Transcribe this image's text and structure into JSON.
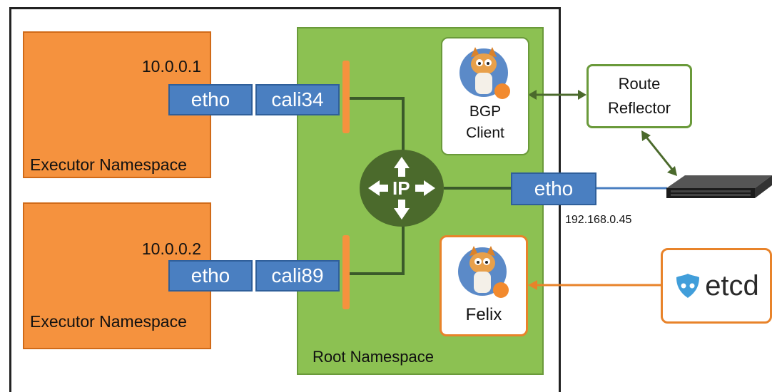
{
  "executors": [
    {
      "ip": "10.0.0.1",
      "label": "Executor Namespace",
      "iface": "etho",
      "veth": "cali34"
    },
    {
      "ip": "10.0.0.2",
      "label": "Executor Namespace",
      "iface": "etho",
      "veth": "cali89"
    }
  ],
  "root": {
    "label": "Root Namespace",
    "router_label": "IP",
    "bgp_client_line1": "BGP",
    "bgp_client_line2": "Client",
    "felix_label": "Felix",
    "host_iface": "etho",
    "host_ip": "192.168.0.45"
  },
  "route_reflector": {
    "line1": "Route",
    "line2": "Reflector"
  },
  "etcd": {
    "label": "etcd"
  },
  "colors": {
    "executor": "#f5923e",
    "root": "#8cc152",
    "iface": "#4a7fc1",
    "router": "#4b6a2c",
    "bgp_link": "#4b6a2c",
    "etcd_link": "#e8832a",
    "uplink": "#4a7fc1"
  },
  "icons": {
    "bgp_client": "calico-cat-icon",
    "felix": "calico-cat-icon",
    "switch": "network-switch-icon",
    "etcd": "etcd-icon"
  }
}
